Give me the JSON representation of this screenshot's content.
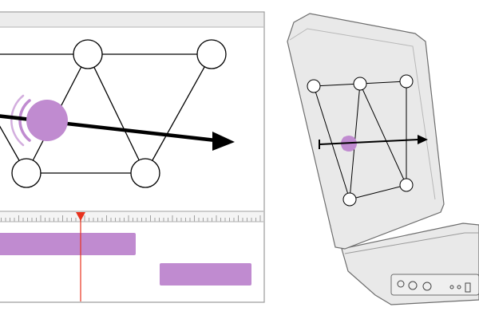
{
  "colors": {
    "accent": "#c08bd0",
    "playhead": "#e8321e",
    "panel_bg": "#ffffff",
    "panel_border": "#9a9a9a",
    "toolbar_bg": "#ececec",
    "device_body": "#e9e9e9",
    "device_outline": "#6e6e6e",
    "node_fill": "#ffffff",
    "edge": "#000000"
  },
  "editor": {
    "graph": {
      "nodes": [
        "n-top-left",
        "n-top-right",
        "n-mid-left",
        "n-bottom-left",
        "n-bottom-right"
      ],
      "edges": 7
    },
    "marker": {
      "shape": "circle",
      "motion": "arrow-right",
      "glow": true
    },
    "timeline": {
      "clips": [
        {
          "name": "clip-1",
          "label": ""
        },
        {
          "name": "clip-2",
          "label": ""
        }
      ],
      "playhead": {
        "color": "#e8321e",
        "marker": "triangle-down"
      }
    }
  },
  "device": {
    "type": "monitor-with-keyboard-base",
    "ports": [
      "port-circle-large",
      "port-circle-large",
      "port-circle-large",
      "port-dot",
      "port-dot",
      "port-square"
    ]
  }
}
